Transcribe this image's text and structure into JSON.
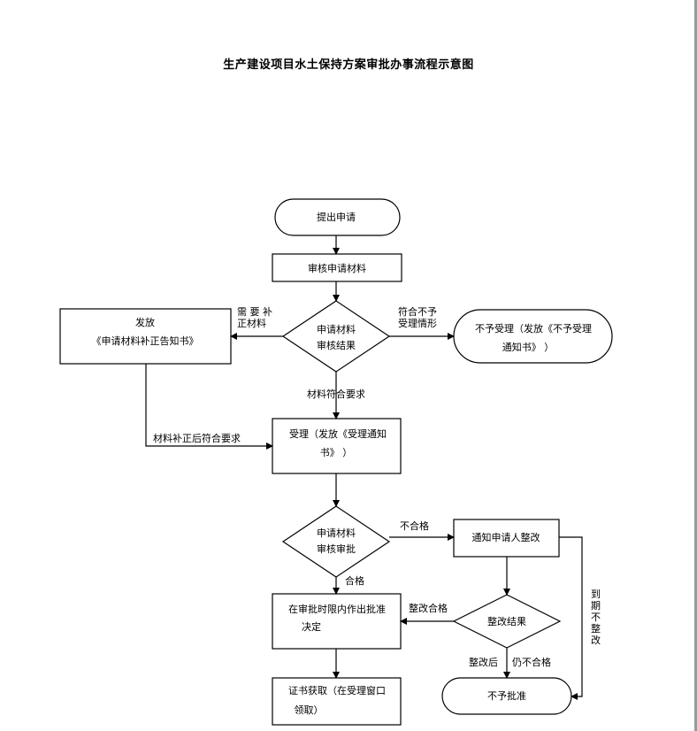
{
  "title": "生产建设项目水土保持方案审批办事流程示意图",
  "nodes": {
    "start": "提出申请",
    "review_materials": "审核申请材料",
    "decision_review": [
      "申请材料",
      "审核结果"
    ],
    "issue_correction": [
      "发放",
      "《申请材料补正告知书》"
    ],
    "reject_accept": [
      "不予受理（发放《不予受理",
      "通知书》 ）"
    ],
    "accept": [
      "受理（发放《受理通知",
      "书》 ）"
    ],
    "decision_approval": [
      "申请材料",
      "审核审批"
    ],
    "notify_rectify": "通知申请人整改",
    "decide": [
      "在审批时限内作出批准",
      "决定"
    ],
    "decision_rectify": "整改结果",
    "certificate": [
      "证书获取（在受理窗口",
      "领取）"
    ],
    "not_approved": "不予批准"
  },
  "labels": {
    "need_supplement": [
      "需 要 补",
      "正材料"
    ],
    "not_meet": [
      "符合不予",
      "受理情形"
    ],
    "meets_requirements": "材料符合要求",
    "after_correction": "材料补正后符合要求",
    "unqualified": "不合格",
    "qualified": "合格",
    "rectify_qualified": "整改合格",
    "after_rectify": "整改后",
    "still_unqualified": "仍不合格",
    "expired": [
      "到",
      "期",
      "不",
      "整",
      "改"
    ]
  }
}
